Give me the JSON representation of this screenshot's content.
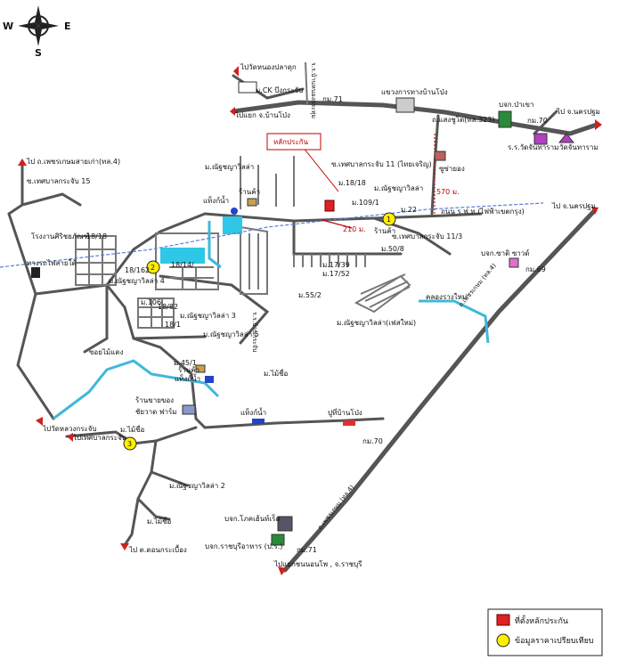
{
  "compass": {
    "north": "",
    "east": "E",
    "south": "S",
    "west": "W"
  },
  "labels": {
    "to_wat_nong_pla_duk": "ไปวัดหนองปลาดุก",
    "m_ck": "ม.CK บึงกระจับ",
    "to_ban_pong": "ไปแยก จ.บ้านโป่ง",
    "school_vertical": "ร.ร.บ้านหนองกระทุ่ม",
    "kor_mor_71_top": "กม.71",
    "hwy_office": "แขวงการทางบ้านโป่ง",
    "tesaban_road": "ถ.แสงชูโต(ทล.323)",
    "bank_krungthai": "บจก.ป่าเขา",
    "kor_mor_70_top": "กม.70",
    "to_nakhon_pathom_top": "ไป จ.นครปฐม",
    "wat_ra": "ร.ร.วัดจันทาราม",
    "wat_chan": "วัดจันทาราม",
    "to_phetkasem": "ไป ถ.เพชรเกษมสายเก่า(ทล.4)",
    "sao_road_15": "ซ.เทศบาลกระจับ 15",
    "collateral_box": "หลักประกัน",
    "soi_tesaban_11": "ซ.เทศบาลกระจับ 11 (ไทยเจริญ)",
    "m_rudee": "ม.ณัฐชญาวิลล่า",
    "shop_top": "ร้านค้า",
    "m_1818": "ม.18/18",
    "m_natcha_2": "ม.ณัฐชญาวิลล่า",
    "soi_yoo_rong": "ซูซ่ายอง",
    "dist_570": "570 ม.",
    "water_tower": "แท็งก์น้ำ",
    "m_109": "ม.109/1",
    "m_22": "ม.22",
    "rail_station": "ถนน ร.ฟ.ท.(ไฟฟ้าเขตกรุง)",
    "rail_label": "ทางรถไฟสายใต้",
    "factory_school": "โรงงานศิริชยภัณฑ์",
    "n_18_18_left": "18/18",
    "dist_210": "210 ม.",
    "tesaban_11_3": "ซ.เทศบาลกระจับ 11/3",
    "shop_mid": "ร้านค้า",
    "m_50": "ม.50/8",
    "rail_left": "ทางรถไฟสายใต้",
    "n_18_162": "18/162",
    "m_natcha_4": "ม.ณัฐชญาวิลล่า 4",
    "n_18_14": "18/14/",
    "m_17_39": "ม.17/39",
    "m_17_52": "ม.17/52",
    "cartrust": "บจก.ซาติ ซาวด์",
    "kor_mor_69": "กม.69",
    "canal_right": "คลองรางใหม่",
    "phetkasem_diag_top": "ถ.เพชรเกษม (ทล.4)",
    "n_106": "ม.106",
    "n_18_82": "18/82",
    "m_55_2": "ม.55/2",
    "m_natcha_3": "ม.ณัฐชญาวิลล่า 3",
    "n_18_1": "18/1",
    "school_right": "ร.ร.บ้านกระจับ",
    "m_natcha_nong": "ม.ณัฐชญาวิลล่า(เฟสใหม่)",
    "m_natcha_5": "ม.ณัฐชญาวิลล่า 5",
    "soi_mai_daeng": "ซอยไม้แดง",
    "m_45_1": "ม.45/1",
    "shop_lower": "ร้านค้า",
    "water_lower": "แท็งก์น้ำ",
    "m_mai_chu": "ม.ไม้ชื่อ",
    "to_wat_kra": "ไปวัดหลวงกระจับ",
    "shop_chai": "ร้านขายของ",
    "chai_wa": "ชัยวาด ฟาร์ม",
    "water_lower2": "แท็งก์น้ำ",
    "gas_station": "ปูที่บ้านโป่ง",
    "to_tesaban_kra": "ไปเทศบาลกระจับ",
    "m_mai_chu_2": "ม.ไม้ชื่อ",
    "kor_mor_70_bottom": "กม.70",
    "m_natcha_2b": "ม.ณัฐชญาวิลล่า 2",
    "m_mai_chu_3": "ม.ไม้ชื่อ",
    "phetkasem_diag_bot": "ถ.เพชรเกษม (ทล.4)",
    "bank_bottom1": "บจก.โภคเฮ้นท์เร็ค",
    "bank_bottom2": "บจก.ราชบุรีอาหาร (ป.ร.)",
    "kor_mor_71_bottom": "กม.71",
    "to_don_kra": "ไป ต.ดอนกระเบื้อง",
    "to_nakhon_pathom_mid": "ไป จ.นครปฐม",
    "to_ratchaburi": "ไปแยกชนนอนโพ , จ.ราชบุรี"
  },
  "markers": {
    "one": "1",
    "two": "2",
    "three": "3"
  },
  "legend": {
    "collateral": "ที่ตั้งหลักประกัน",
    "price_ref": "ข้อมูลราคาเปรียบเทียบ"
  },
  "colors": {
    "road": "#555555",
    "river": "#3fb8d8",
    "rail": "#5b7fd6",
    "pond": "#2ec7e8",
    "collateral_red": "#e02020",
    "marker_yellow": "#ffee00",
    "route_red": "#c00000"
  }
}
